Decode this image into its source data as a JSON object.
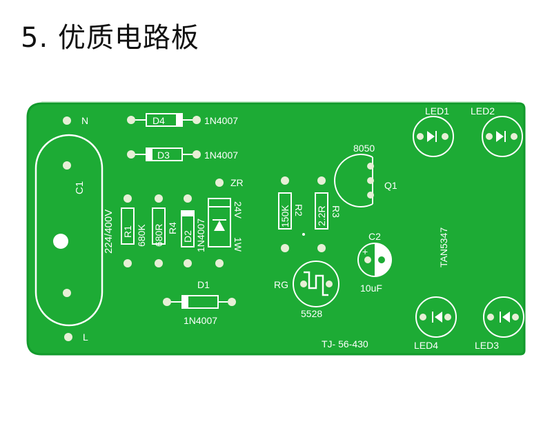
{
  "heading": "5. 优质电路板",
  "colors": {
    "pcb_green": "#1dab35",
    "pcb_edge": "#0f9a2b",
    "silkscreen": "#ffffff",
    "pad": "#e7efd6"
  },
  "labels": {
    "n": "N",
    "l": "L",
    "c1": "C1",
    "c1_rating": "224/400V",
    "d4": "D4",
    "d4_part": "1N4007",
    "d3": "D3",
    "d3_part": "1N4007",
    "r1": "R1",
    "r1_value": "680K",
    "r4": "R4",
    "r4_value": "680R",
    "d2": "D2",
    "d2_part": "1N4007",
    "zr": "ZR",
    "zr_rating_v": "24V",
    "zr_rating_w": "1W",
    "d1": "D1",
    "d1_part": "1N4007",
    "r2": "R2",
    "r2_value": "150K",
    "r3": "R3",
    "r3_value": "2.2R",
    "q1_type": "8050",
    "q1": "Q1",
    "c2": "C2",
    "c2_value": "10uF",
    "rg": "RG",
    "rg_value": "5528",
    "led1": "LED1",
    "led2": "LED2",
    "led3": "LED3",
    "led4": "LED4",
    "ic": "TAN5347",
    "board_code": "TJ- 56-430"
  }
}
